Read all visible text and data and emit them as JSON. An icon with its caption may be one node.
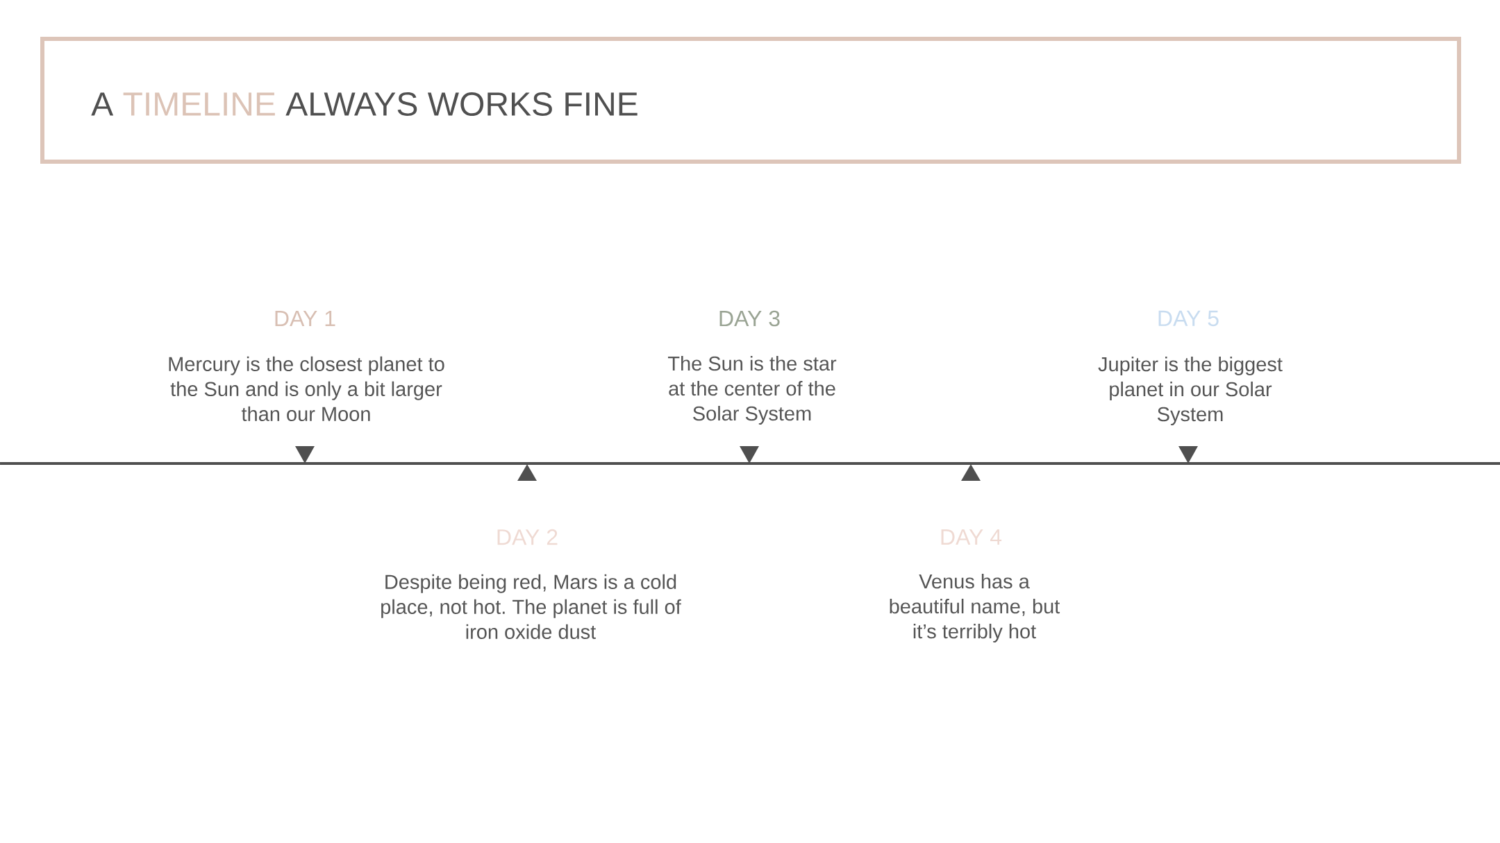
{
  "diagram": {
    "title": "A TIMELINE ALWAYS WORKS FINE",
    "nodes": [
      {
        "text": [
          "DAY 1",
          "Mercury is the closest planet to the Sun and is only a bit larger than our Moon"
        ]
      },
      {
        "text": [
          "DAY 2",
          "Despite being red, Mars is a cold place, not hot. The planet is full of iron oxide dust"
        ]
      },
      {
        "text": [
          "DAY 3",
          "The Sun is the star at the center of the Solar System"
        ]
      },
      {
        "text": [
          "DAY 4",
          "Venus has a beautiful name, but it’s terribly hot"
        ]
      },
      {
        "text": [
          "DAY 5",
          "Jupiter is the biggest planet in our Solar System"
        ]
      }
    ]
  }
}
